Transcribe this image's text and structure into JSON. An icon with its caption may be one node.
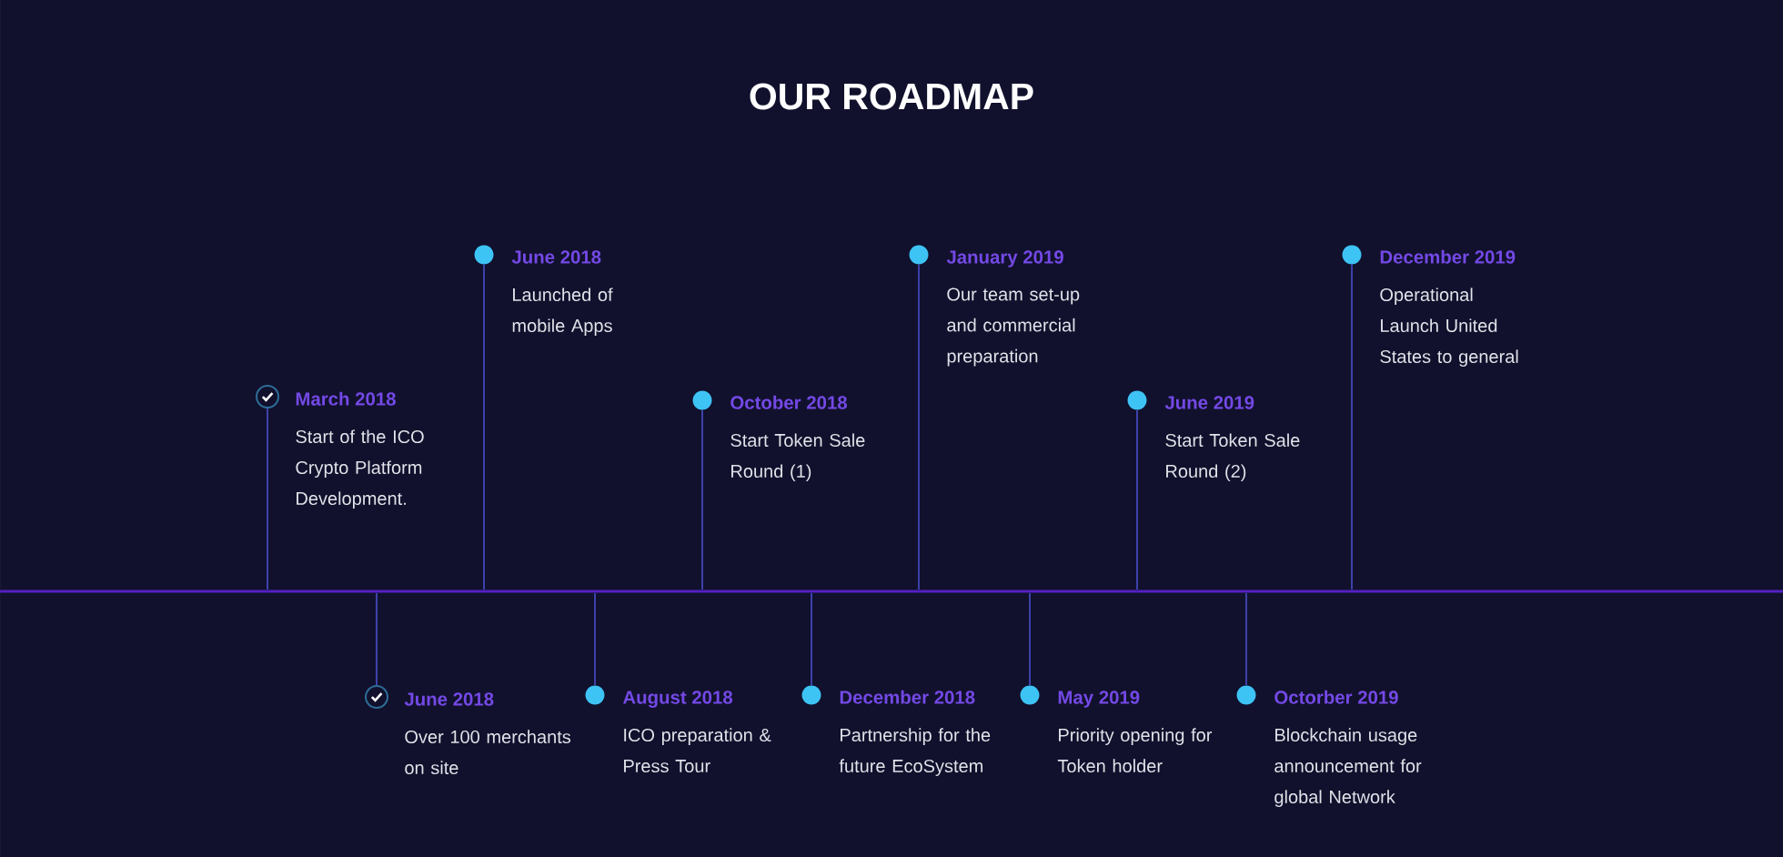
{
  "diagram": {
    "title": "OUR ROADMAP",
    "nodes": [
      {
        "text": [],
        "shape": "circle",
        "beside": [
          "March 2018",
          "Start of the ICO Crypto Platform Development."
        ]
      },
      {
        "text": [],
        "shape": "circle",
        "beside": [
          "June 2018",
          "Over 100 merchants on site"
        ]
      },
      {
        "text": [],
        "shape": "circle",
        "beside": [
          "June 2018",
          "Launched of mobile Apps"
        ]
      },
      {
        "text": [],
        "shape": "circle",
        "beside": [
          "August 2018",
          "ICO preparation & Press Tour"
        ]
      },
      {
        "text": [],
        "shape": "circle",
        "beside": [
          "October 2018",
          "Start Token Sale Round (1)"
        ]
      },
      {
        "text": [],
        "shape": "circle",
        "beside": [
          "December 2018",
          "Partnership for the future EcoSystem"
        ]
      },
      {
        "text": [],
        "shape": "circle",
        "beside": [
          "January 2019",
          "Our team set-up and commercial preparation"
        ]
      },
      {
        "text": [],
        "shape": "circle",
        "beside": [
          "May 2019",
          "Priority opening for Token holder"
        ]
      },
      {
        "text": [],
        "shape": "circle",
        "beside": [
          "June 2019",
          "Start Token Sale Round (2)"
        ]
      },
      {
        "text": [],
        "shape": "circle",
        "beside": [
          "Octorber 2019",
          "Blockchain usage announcement for global Network"
        ]
      },
      {
        "text": [],
        "shape": "circle",
        "beside": [
          "December 2019",
          "Operational Launch United States to general"
        ]
      },
      {
        "text": [],
        "shape": "line"
      }
    ],
    "edges": [
      {
        "from": 0,
        "to": 11,
        "arrow": "none"
      },
      {
        "from": 1,
        "to": 11,
        "arrow": "none"
      },
      {
        "from": 2,
        "to": 11,
        "arrow": "none"
      },
      {
        "from": 3,
        "to": 11,
        "arrow": "none"
      },
      {
        "from": 4,
        "to": 11,
        "arrow": "none"
      },
      {
        "from": 5,
        "to": 11,
        "arrow": "none"
      },
      {
        "from": 6,
        "to": 11,
        "arrow": "none"
      },
      {
        "from": 7,
        "to": 11,
        "arrow": "none"
      },
      {
        "from": 8,
        "to": 11,
        "arrow": "none"
      },
      {
        "from": 9,
        "to": 11,
        "arrow": "none"
      },
      {
        "from": 10,
        "to": 11,
        "arrow": "none"
      }
    ]
  }
}
